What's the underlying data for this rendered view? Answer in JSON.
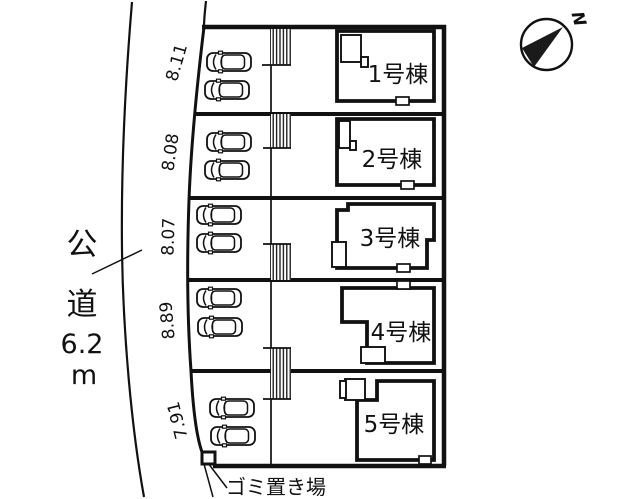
{
  "compass": {
    "north_label": "N"
  },
  "road": {
    "name_chars": [
      "公",
      "道"
    ],
    "width_value": "6.2",
    "width_unit": "m"
  },
  "frontages": [
    {
      "value": "8.11"
    },
    {
      "value": "8.08"
    },
    {
      "value": "8.07"
    },
    {
      "value": "8.89"
    },
    {
      "value": "7.91"
    }
  ],
  "units": [
    {
      "label": "1号棟"
    },
    {
      "label": "2号棟"
    },
    {
      "label": "3号棟"
    },
    {
      "label": "4号棟"
    },
    {
      "label": "5号棟"
    }
  ],
  "facilities": {
    "garbage_label": "ゴミ置き場"
  },
  "colors": {
    "line": "#111111",
    "background": "#ffffff"
  }
}
